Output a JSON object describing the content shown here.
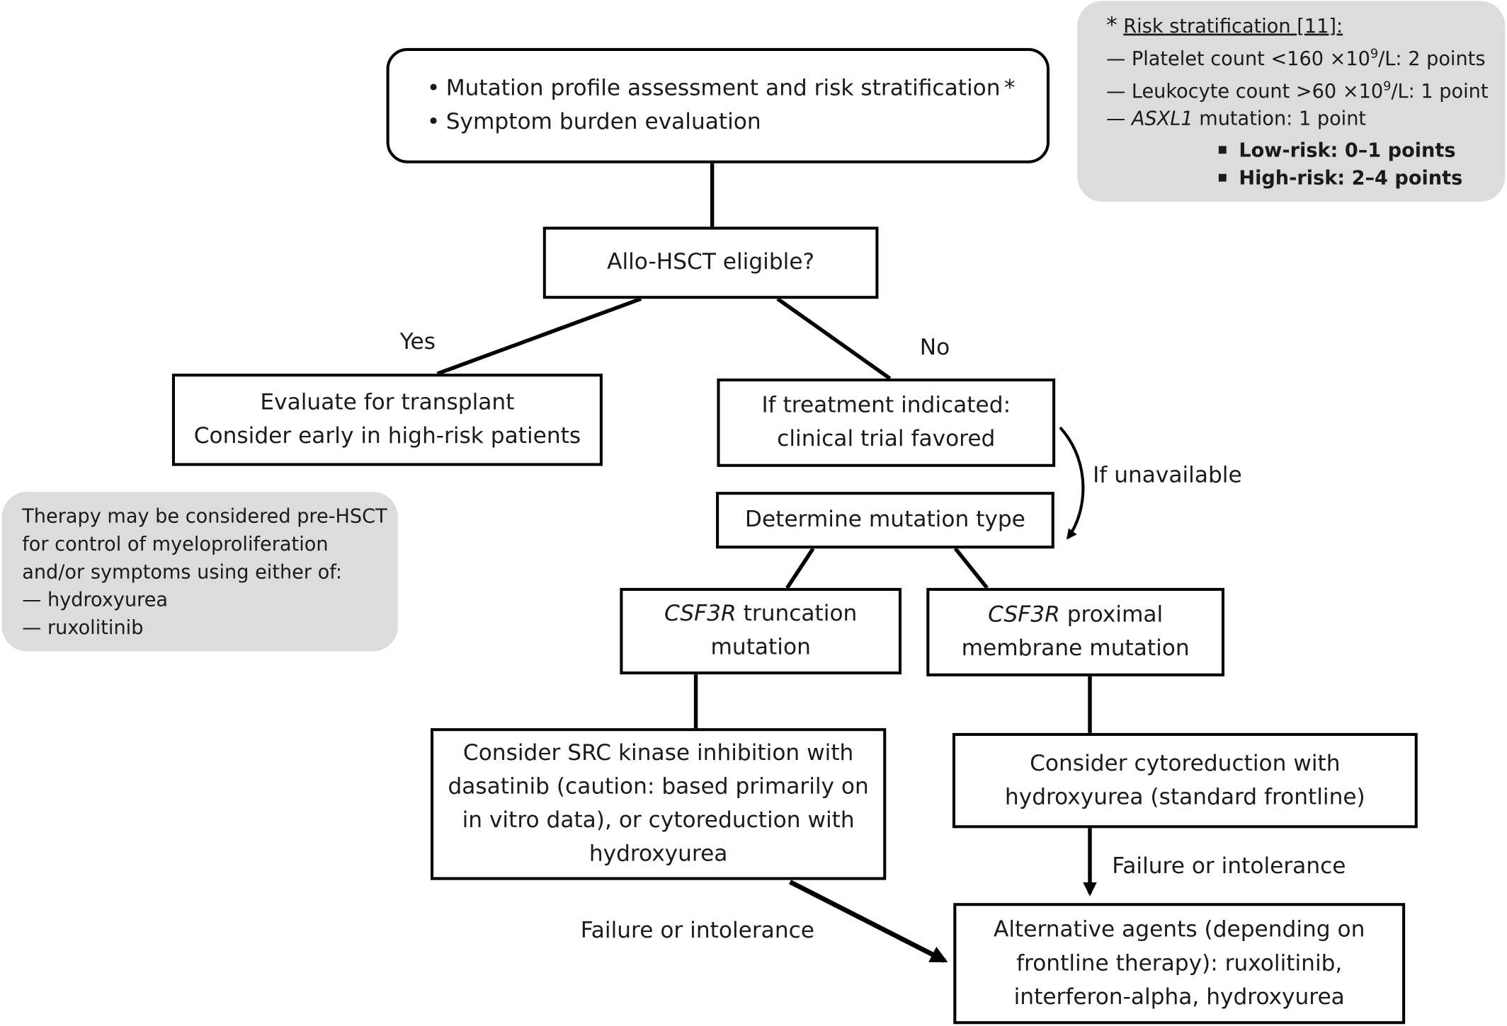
{
  "top_box": {
    "bullet_1": "Mutation profile assessment and risk stratification",
    "asterisk": "*",
    "bullet_2": "Symptom burden evaluation"
  },
  "risk_note": {
    "asterisk": "*",
    "title": "Risk stratification [11]:",
    "platelet_prefix": "— Platelet count <160",
    "platelet_x": "×",
    "platelet_base": "10",
    "platelet_exp": "9",
    "platelet_suffix": "/L: 2 points",
    "leukocyte_prefix": "— Leukocyte count >60",
    "leukocyte_x": "×",
    "leukocyte_base": "10",
    "leukocyte_exp": "9",
    "leukocyte_suffix": "/L: 1 point",
    "asxl1_dash": "—",
    "asxl1_gene": "ASXL1",
    "asxl1_suffix": "mutation: 1 point",
    "low_risk": "Low-risk: 0–1 points",
    "high_risk": "High-risk: 2–4 points"
  },
  "allo_box": {
    "text": "Allo-HSCT eligible?"
  },
  "labels": {
    "yes": "Yes",
    "no": "No",
    "if_unavailable": "If unavailable",
    "failure_left": "Failure or intolerance",
    "failure_right": "Failure or intolerance"
  },
  "transplant_box": {
    "line_1": "Evaluate for transplant",
    "line_2": "Consider early in high-risk patients"
  },
  "trial_box": {
    "line_1": "If treatment indicated:",
    "line_2": "clinical trial favored"
  },
  "pre_hsct_note": {
    "line_1": "Therapy may be considered pre-HSCT",
    "line_2": "for control of myeloproliferation",
    "line_3": "and/or symptoms using either of:",
    "line_4": "— hydroxyurea",
    "line_5": "— ruxolitinib"
  },
  "mutation_type_box": {
    "text": "Determine mutation type"
  },
  "truncation_box": {
    "gene": "CSF3R",
    "line_1_suffix": "truncation",
    "line_2": "mutation"
  },
  "proximal_box": {
    "gene": "CSF3R",
    "line_1_suffix": "proximal",
    "line_2": "membrane mutation"
  },
  "src_box": {
    "line_1": "Consider SRC kinase inhibition with",
    "line_2": "dasatinib (caution: based primarily on",
    "line_3": "in vitro data), or cytoreduction with",
    "line_4": "hydroxyurea"
  },
  "cytoreduction_box": {
    "line_1": "Consider cytoreduction with",
    "line_2": "hydroxyurea (standard frontline)"
  },
  "alternative_box": {
    "line_1": "Alternative agents (depending on",
    "line_2": "frontline therapy): ruxolitinib,",
    "line_3": "interferon-alpha, hydroxyurea"
  }
}
